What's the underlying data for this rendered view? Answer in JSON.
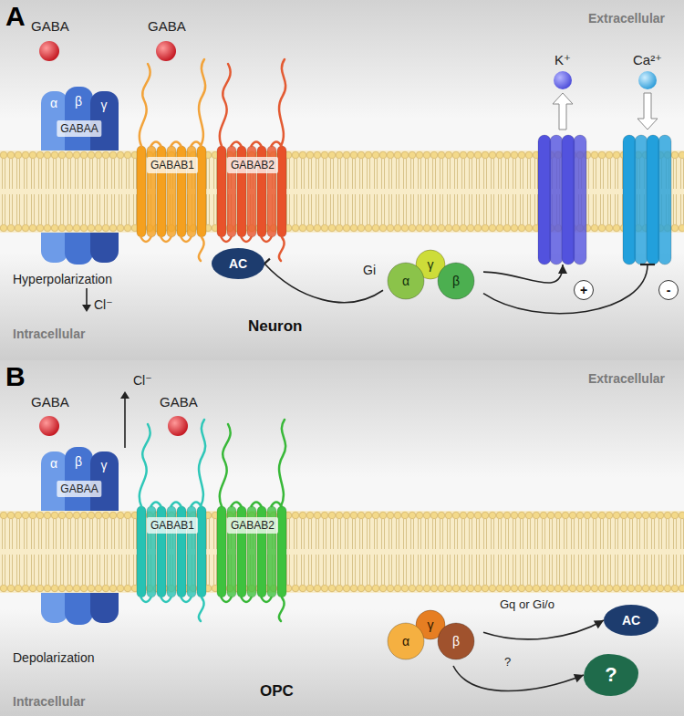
{
  "diagram": {
    "nodes": [
      {
        "text": [
          "α",
          "β",
          "γ",
          "GABAA"
        ]
      },
      {
        "text": [
          "GABAB1"
        ]
      },
      {
        "text": [
          "GABAB2"
        ]
      },
      {
        "text": [
          "K⁺"
        ]
      },
      {
        "text": [
          "Ca²⁺"
        ]
      },
      {
        "text": [
          "AC"
        ]
      },
      {
        "text": [
          "α",
          "γ",
          "β"
        ]
      },
      {
        "text": [
          "+"
        ]
      },
      {
        "text": [
          "-"
        ]
      },
      {
        "text": [
          "α",
          "β",
          "γ",
          "GABAA"
        ]
      },
      {
        "text": [
          "GABAB1"
        ]
      },
      {
        "text": [
          "GABAB2"
        ]
      },
      {
        "text": [
          "α",
          "γ",
          "β"
        ]
      },
      {
        "text": [
          "AC"
        ]
      },
      {
        "text": [
          "?"
        ]
      }
    ],
    "edges": [
      {
        "from": 6,
        "to": 5,
        "arrow": "to"
      },
      {
        "from": 6,
        "to": 3,
        "arrow": "to"
      },
      {
        "from": 6,
        "to": 4,
        "arrow": "to"
      },
      {
        "from": 12,
        "to": 13,
        "label": "Gq or Gi/o",
        "arrow": "to"
      },
      {
        "from": 12,
        "to": 14,
        "label": "?",
        "arrow": "to"
      }
    ],
    "labels": [
      "A",
      "GABA",
      "GABA",
      "Extracellular",
      "Gi",
      "Hyperpolarization",
      "Cl⁻",
      "Intracellular",
      "Neuron",
      "B",
      "GABA",
      "Cl⁻",
      "GABA",
      "Extracellular",
      "Depolarization",
      "Intracellular",
      "OPC"
    ]
  }
}
